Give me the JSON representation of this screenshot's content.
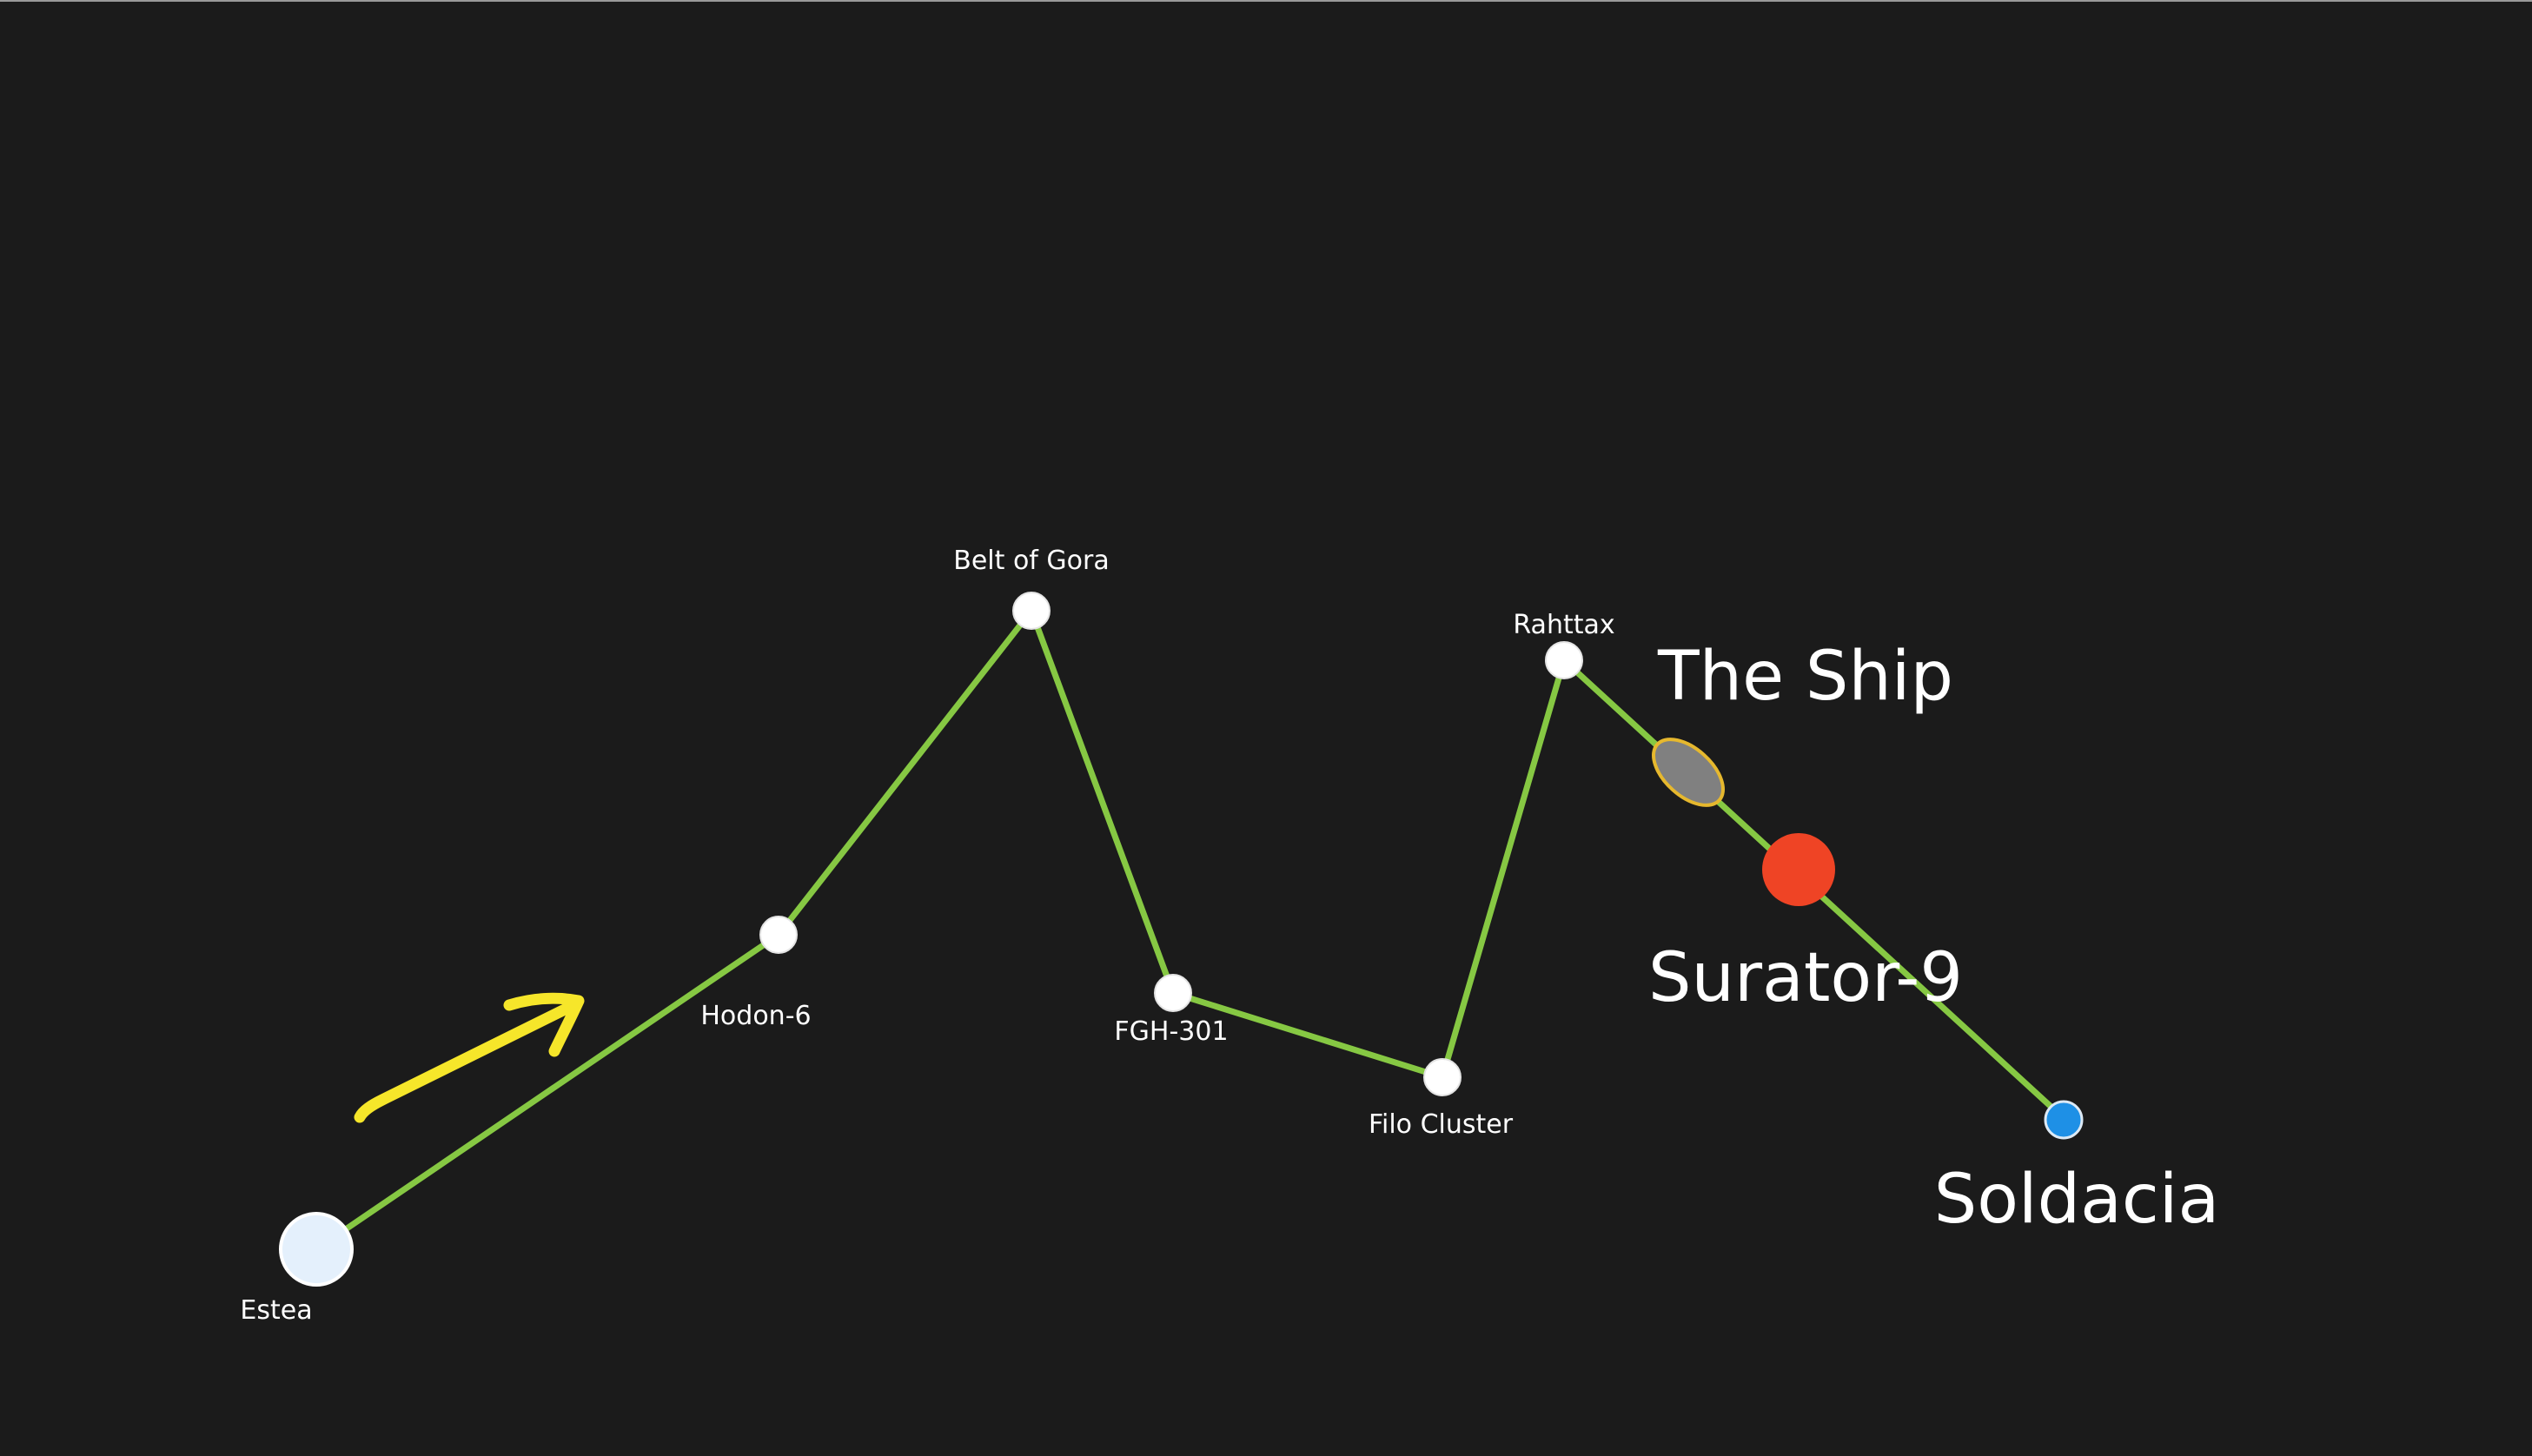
{
  "colors": {
    "background": "#1b1b1b",
    "route_line": "#86c843",
    "node_fill": "#ffffff",
    "start_node_fill": "#e4f0fc",
    "ship_fill": "#808080",
    "ship_outline": "#e6b82e",
    "surator_fill": "#ef4425",
    "soldacia_fill": "#1e90e6",
    "arrow": "#f6e62a"
  },
  "nodes": [
    {
      "id": "estea",
      "label": "Estea"
    },
    {
      "id": "hodon-6",
      "label": "Hodon-6"
    },
    {
      "id": "belt-of-gora",
      "label": "Belt of Gora"
    },
    {
      "id": "fgh-301",
      "label": "FGH-301"
    },
    {
      "id": "filo-cluster",
      "label": "Filo Cluster"
    },
    {
      "id": "rahttax",
      "label": "Rahttax"
    },
    {
      "id": "surator-9",
      "label": "Surator-9"
    },
    {
      "id": "soldacia",
      "label": "Soldacia"
    }
  ],
  "ship": {
    "label": "The Ship",
    "icon": "ship-icon"
  },
  "direction_arrow": {
    "icon": "direction-arrow-icon"
  }
}
